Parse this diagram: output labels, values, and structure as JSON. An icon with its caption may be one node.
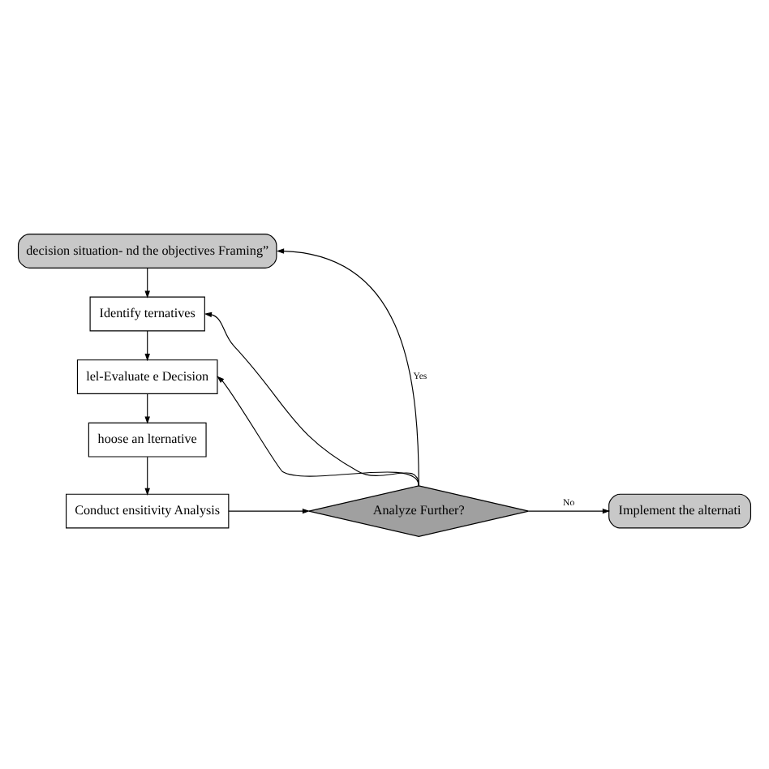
{
  "diagram": {
    "nodes": [
      {
        "text": [
          "decision situation- nd the objectives Framing”"
        ]
      },
      {
        "text": [
          "Identify ternatives"
        ]
      },
      {
        "text": [
          "lel-Evaluate e Decision"
        ]
      },
      {
        "text": [
          "hoose an lternative"
        ]
      },
      {
        "text": [
          "Conduct ensitivity Analysis"
        ]
      },
      {
        "text": [
          "Analyze Further?"
        ]
      },
      {
        "text": [
          "Implement the alternati"
        ]
      }
    ],
    "edges": [
      {
        "from": 0,
        "to": 1,
        "arrow": "to"
      },
      {
        "from": 1,
        "to": 2,
        "arrow": "to"
      },
      {
        "from": 2,
        "to": 3,
        "arrow": "to"
      },
      {
        "from": 3,
        "to": 4,
        "arrow": "to"
      },
      {
        "from": 4,
        "to": 5,
        "arrow": "to"
      },
      {
        "from": 5,
        "to": 6,
        "arrow": "to",
        "label": "No"
      },
      {
        "from": 5,
        "to": 0,
        "arrow": "to",
        "label": "Yes"
      },
      {
        "from": 5,
        "to": 1,
        "arrow": "to"
      },
      {
        "from": 5,
        "to": 2,
        "arrow": "to"
      }
    ]
  }
}
